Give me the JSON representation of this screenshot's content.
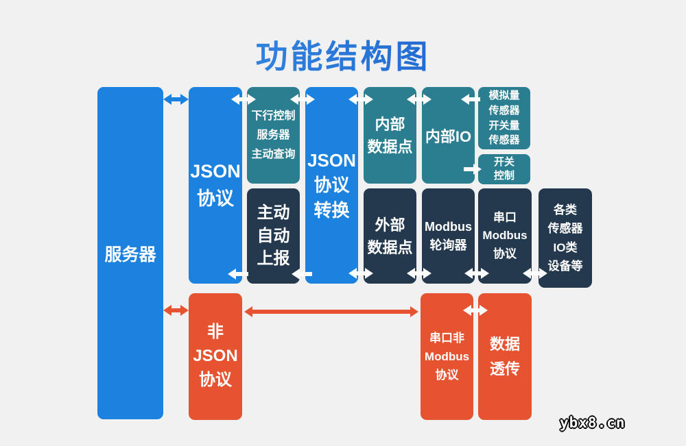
{
  "title": "功能结构图",
  "watermark": "ybx8.cn",
  "colors": {
    "background": "#f1f1f2",
    "blue_box": "#1c82e0",
    "teal_box": "#2b7e90",
    "navy_box": "#25394e",
    "orange_box": "#e65331",
    "white_arrow": "#fdfdfd",
    "blue_arrow": "#1c82e0",
    "orange_arrow": "#e65331",
    "title_blue": "#1c66cd"
  },
  "boxes": {
    "server": {
      "label": "服务器"
    },
    "json_protocol": {
      "label": "JSON\n协议"
    },
    "downlink": {
      "label": "下行控制\n服务器\n主动查询"
    },
    "active_report": {
      "label": "主动\n自动\n上报"
    },
    "json_convert": {
      "label": "JSON\n协议\n转换"
    },
    "internal_points": {
      "label": "内部\n数据点"
    },
    "internal_io": {
      "label": "内部IO"
    },
    "sensors": {
      "label": "模拟量\n传感器\n开关量\n传感器"
    },
    "switch_control": {
      "label": "开关\n控制"
    },
    "external_points": {
      "label": "外部\n数据点"
    },
    "modbus_poller": {
      "label": "Modbus\n轮询器"
    },
    "serial_modbus": {
      "label": "串口\nModbus\n协议"
    },
    "devices": {
      "label": "各类\n传感器\nIO类\n设备等"
    },
    "non_json": {
      "label": "非\nJSON\n协议"
    },
    "serial_non_modbus": {
      "label": "串口非\nModbus\n协议"
    },
    "data_passthrough": {
      "label": "数据\n透传"
    }
  },
  "arrows": [
    {
      "from": "server",
      "to": "json_protocol",
      "direction": "both",
      "color": "#1c82e0"
    },
    {
      "from": "json_protocol",
      "to": "downlink",
      "direction": "both",
      "color": "#fdfdfd"
    },
    {
      "from": "downlink",
      "to": "json_convert",
      "direction": "both",
      "color": "#fdfdfd"
    },
    {
      "from": "json_convert",
      "to": "internal_points",
      "direction": "both",
      "color": "#fdfdfd"
    },
    {
      "from": "internal_points",
      "to": "internal_io",
      "direction": "both",
      "color": "#fdfdfd"
    },
    {
      "from": "sensors",
      "to": "internal_io",
      "direction": "left",
      "color": "#fdfdfd"
    },
    {
      "from": "internal_io",
      "to": "switch_control",
      "direction": "right",
      "color": "#fdfdfd"
    },
    {
      "from": "active_report",
      "to": "json_protocol",
      "direction": "left",
      "color": "#fdfdfd"
    },
    {
      "from": "json_convert",
      "to": "active_report",
      "direction": "left",
      "color": "#fdfdfd"
    },
    {
      "from": "json_convert",
      "to": "external_points",
      "direction": "both",
      "color": "#fdfdfd"
    },
    {
      "from": "external_points",
      "to": "modbus_poller",
      "direction": "both",
      "color": "#fdfdfd"
    },
    {
      "from": "modbus_poller",
      "to": "serial_modbus",
      "direction": "both",
      "color": "#fdfdfd"
    },
    {
      "from": "serial_modbus",
      "to": "devices",
      "direction": "both",
      "color": "#fdfdfd"
    },
    {
      "from": "server",
      "to": "non_json",
      "direction": "both",
      "color": "#e65331"
    },
    {
      "from": "non_json",
      "to": "serial_non_modbus",
      "direction": "both",
      "color": "#e65331"
    },
    {
      "from": "serial_non_modbus",
      "to": "data_passthrough",
      "direction": "both",
      "color": "#fdfdfd"
    }
  ]
}
